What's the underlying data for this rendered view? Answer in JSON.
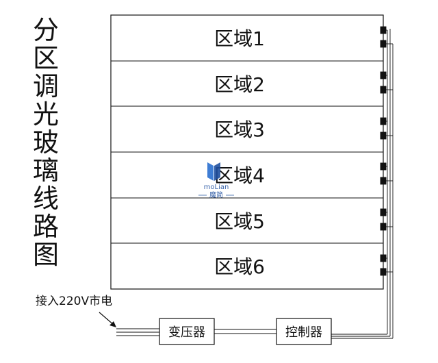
{
  "title_chars": [
    "分",
    "区",
    "调",
    "光",
    "玻",
    "璃",
    "线",
    "路",
    "图"
  ],
  "zones": [
    {
      "label": "区域1"
    },
    {
      "label": "区域2"
    },
    {
      "label": "区域3"
    },
    {
      "label": "区域4"
    },
    {
      "label": "区域5"
    },
    {
      "label": "区域6"
    }
  ],
  "transformer_label": "变压器",
  "controller_label": "控制器",
  "power_input_label": "接入220V市电",
  "watermark": {
    "brand": "moLian",
    "sub": "魔简"
  },
  "colors": {
    "line": "#111111",
    "watermark": "#1f4f9f"
  }
}
